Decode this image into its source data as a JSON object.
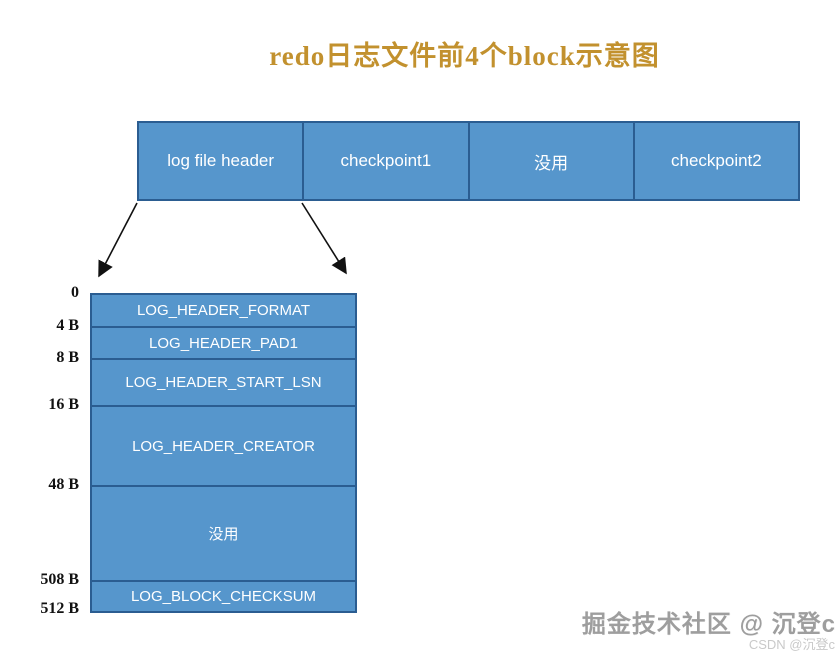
{
  "title": "redo日志文件前4个block示意图",
  "top_bar": {
    "blocks": [
      {
        "label": "log file header"
      },
      {
        "label": "checkpoint1"
      },
      {
        "label": "没用"
      },
      {
        "label": "checkpoint2"
      }
    ]
  },
  "detail": {
    "rows": [
      {
        "offset": "0",
        "label": "LOG_HEADER_FORMAT"
      },
      {
        "offset": "4 B",
        "label": "LOG_HEADER_PAD1"
      },
      {
        "offset": "8 B",
        "label": "LOG_HEADER_START_LSN"
      },
      {
        "offset": "16 B",
        "label": "LOG_HEADER_CREATOR"
      },
      {
        "offset": "48 B",
        "label": "没用"
      },
      {
        "offset": "508 B",
        "label": "LOG_BLOCK_CHECKSUM"
      }
    ],
    "end_offset": "512 B"
  },
  "watermark": {
    "line1": "掘金技术社区 @ 沉登c",
    "line2": "CSDN @沉登c"
  },
  "colors": {
    "block_fill": "#5696CC",
    "block_border": "#2B5D91",
    "title": "#C2912E",
    "arrow": "#111111",
    "watermark_primary": "#9e9e9e",
    "watermark_secondary": "#c9c9c9"
  }
}
